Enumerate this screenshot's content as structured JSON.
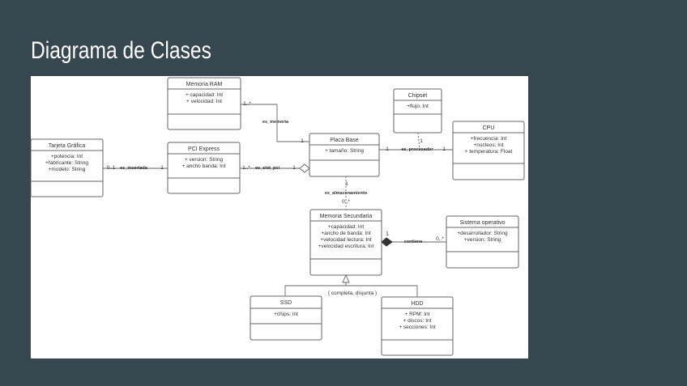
{
  "slide": {
    "title": "Diagrama de Clases"
  },
  "diagram": {
    "classes": [
      {
        "id": "ram",
        "name": "Memoria RAM",
        "attributes": [
          "+ capacidad: Int",
          "+ velocidad: Int"
        ]
      },
      {
        "id": "tarjeta",
        "name": "Tarjeta Gráfica",
        "attributes": [
          "+potencia: Int",
          "+fabricante: String",
          "+modelo: String"
        ]
      },
      {
        "id": "pci",
        "name": "PCI Express",
        "attributes": [
          "+ version: String",
          "+ ancho banda: Int"
        ]
      },
      {
        "id": "placa",
        "name": "Placa Base",
        "attributes": [
          "+ tamaño: String"
        ]
      },
      {
        "id": "chipset",
        "name": "Chipset",
        "attributes": [
          "+flujo: Int"
        ]
      },
      {
        "id": "cpu",
        "name": "CPU",
        "attributes": [
          "+frecuencia: Int",
          "+nucleos: Int",
          "+ temperatura: Float"
        ]
      },
      {
        "id": "memsec",
        "name": "Memoria Secundaria",
        "attributes": [
          "+capacidad: Int",
          "+ancho de banda: Int",
          "+velocidad lectura: Int",
          "+velocidad escritura: Int"
        ]
      },
      {
        "id": "so",
        "name": "Sistema operativo",
        "attributes": [
          "+desarrollador: String",
          "+version: String"
        ]
      },
      {
        "id": "ssd",
        "name": "SSD",
        "attributes": [
          "+chips: Int"
        ]
      },
      {
        "id": "hdd",
        "name": "HDD",
        "attributes": [
          "+ RPM: Int",
          "+ discos: Int",
          "+ secciones: Int"
        ]
      }
    ],
    "relations": [
      {
        "id": "es_memoria",
        "label": "es_memoria",
        "from": "ram",
        "to": "placa",
        "from_mult": "1..*",
        "to_mult": "1",
        "type": "association"
      },
      {
        "id": "es_insertada",
        "label": "es_insertada",
        "from": "tarjeta",
        "to": "pci",
        "from_mult": "0..1",
        "to_mult": "1",
        "type": "association"
      },
      {
        "id": "es_slot_pci",
        "label": "es_slot_pci",
        "from": "pci",
        "to": "placa",
        "from_mult": "1..*",
        "to_mult": "1",
        "type": "aggregation"
      },
      {
        "id": "es_procesador",
        "label": "es_procesador",
        "from": "placa",
        "to": "cpu",
        "from_mult": "1",
        "to_mult": "1",
        "type": "association"
      },
      {
        "id": "chipset_link",
        "label": "",
        "from": "chipset",
        "to": "es_procesador",
        "from_mult": "1",
        "to_mult": "",
        "type": "association-class"
      },
      {
        "id": "es_almacenamiento",
        "label": "es_almacenamiento",
        "from": "placa",
        "to": "memsec",
        "from_mult": "1",
        "to_mult": "0..*",
        "type": "dashed"
      },
      {
        "id": "contiene",
        "label": "contiene",
        "from": "memsec",
        "to": "so",
        "from_mult": "1",
        "to_mult": "0..*",
        "type": "composition"
      }
    ],
    "generalization": {
      "parent": "memsec",
      "children": [
        "ssd",
        "hdd"
      ],
      "constraint": "{ completa, disjunta }"
    }
  }
}
